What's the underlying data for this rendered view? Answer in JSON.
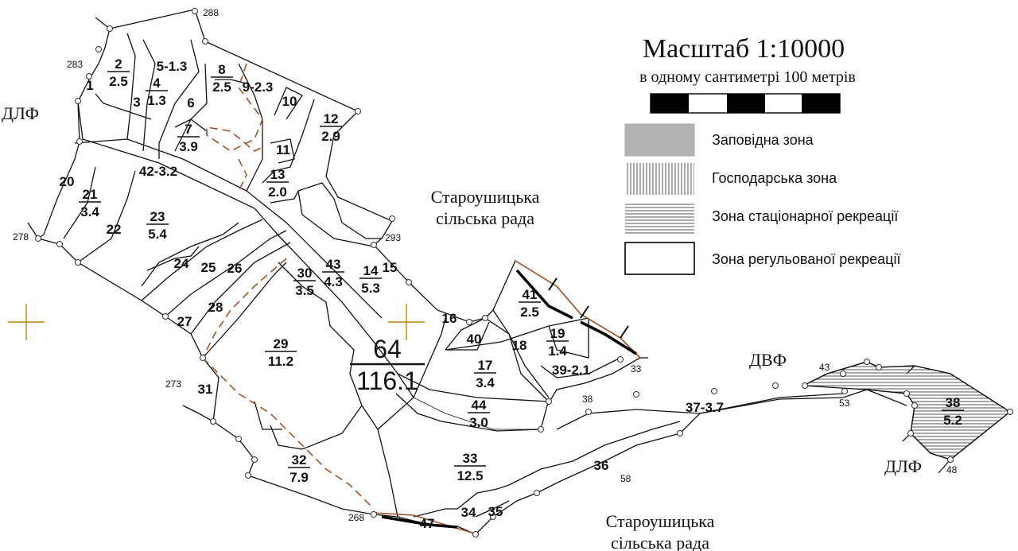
{
  "legend": {
    "scale_title": "Масштаб  1:10000",
    "scale_note": "в одному сантиметрі 100 метрів",
    "zones": [
      {
        "label": "Заповідна зона",
        "fill": "#b3b3b3"
      },
      {
        "label": "Господарська зона",
        "fill": "vertical-hatch"
      },
      {
        "label": "Зона стаціонарної рекреації",
        "fill": "horizontal-hatch"
      },
      {
        "label": "Зона регульованої рекреації",
        "fill": "#ffffff"
      }
    ]
  },
  "regions": {
    "dlf_top": "ДЛФ",
    "dlf_bottom": "ДЛФ",
    "dvf": "ДВФ",
    "rada_top_1": "Староушицька",
    "rada_top_2": "сільська рада",
    "rada_bottom_1": "Староушицька",
    "rada_bottom_2": "сільська рада"
  },
  "main_block": {
    "number": "64",
    "area": "116.1"
  },
  "fractions": [
    {
      "n": "2",
      "a": "2.5"
    },
    {
      "n": "4",
      "a": "1.3"
    },
    {
      "n": "8",
      "a": "2.5"
    },
    {
      "n": "7",
      "a": "3.9"
    },
    {
      "n": "12",
      "a": "2.9"
    },
    {
      "n": "13",
      "a": "2.0"
    },
    {
      "n": "21",
      "a": "3.4"
    },
    {
      "n": "23",
      "a": "5.4"
    },
    {
      "n": "30",
      "a": "3.5"
    },
    {
      "n": "43",
      "a": "4.3"
    },
    {
      "n": "14",
      "a": "5.3"
    },
    {
      "n": "41",
      "a": "2.5"
    },
    {
      "n": "19",
      "a": "1.4"
    },
    {
      "n": "29",
      "a": "11.2"
    },
    {
      "n": "17",
      "a": "3.4"
    },
    {
      "n": "44",
      "a": "3.0"
    },
    {
      "n": "38",
      "a": "5.2"
    },
    {
      "n": "32",
      "a": "7.9"
    },
    {
      "n": "33",
      "a": "12.5"
    }
  ],
  "labels": [
    "1",
    "3",
    "5-1.3",
    "6",
    "9-2.3",
    "10",
    "11",
    "20",
    "42-3.2",
    "22",
    "24",
    "25",
    "26",
    "27",
    "28",
    "15",
    "16",
    "40",
    "18",
    "39-2.1",
    "31",
    "37-3.7",
    "36",
    "34",
    "35",
    "47"
  ],
  "points": [
    "288",
    "283",
    "278",
    "293",
    "273",
    "33",
    "38",
    "43",
    "53",
    "48",
    "58",
    "268"
  ]
}
